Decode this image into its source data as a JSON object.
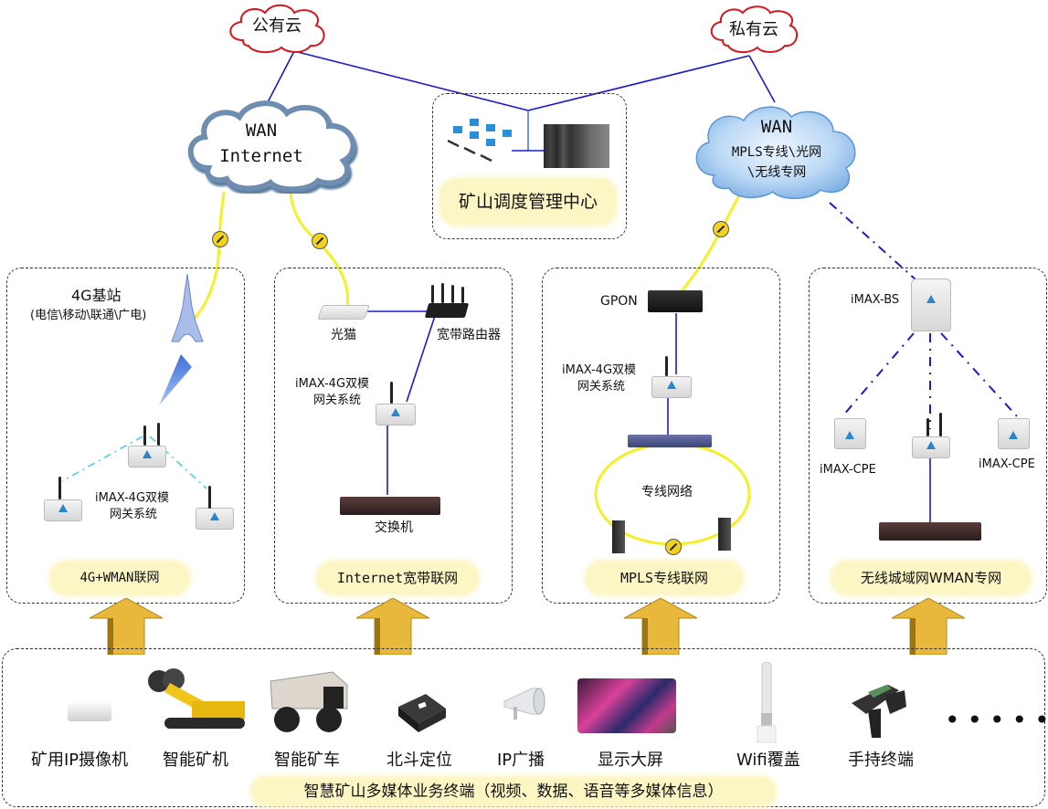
{
  "clouds": {
    "public_cloud": "公有云",
    "private_cloud": "私有云",
    "wan_internet": {
      "title": "WAN",
      "subtitle": "Internet"
    },
    "wan_mpls": {
      "title": "WAN",
      "line1": "MPLS专线\\光网",
      "line2": "\\无线专网"
    }
  },
  "control_center": {
    "label": "矿山调度管理中心"
  },
  "panels": [
    {
      "pill": "4G+WMAN联网",
      "tower_label": "4G基站",
      "tower_sub": "(电信\\移动\\联通\\广电)",
      "gateway_label_1": "iMAX-4G双模",
      "gateway_label_2": "网关系统"
    },
    {
      "pill": "Internet宽带联网",
      "modem_label": "光猫",
      "router_label": "宽带路由器",
      "gateway_label_1": "iMAX-4G双模",
      "gateway_label_2": "网关系统",
      "switch_label": "交换机"
    },
    {
      "pill": "MPLS专线联网",
      "gpon_label": "GPON",
      "gateway_label_1": "iMAX-4G双模",
      "gateway_label_2": "网关系统",
      "ring_label": "专线网络"
    },
    {
      "pill": "无线城域网WMAN专网",
      "bs_label": "iMAX-BS",
      "cpe_left_label": "iMAX-CPE",
      "cpe_right_label": "iMAX-CPE"
    }
  ],
  "terminals": {
    "items": [
      {
        "label": "矿用IP摄像机",
        "icon": "ip-camera-icon"
      },
      {
        "label": "智能矿机",
        "icon": "mining-machine-icon"
      },
      {
        "label": "智能矿车",
        "icon": "mining-truck-icon"
      },
      {
        "label": "北斗定位",
        "icon": "beidou-locator-icon"
      },
      {
        "label": "IP广播",
        "icon": "ip-speaker-icon"
      },
      {
        "label": "显示大屏",
        "icon": "display-screen-icon"
      },
      {
        "label": "Wifi覆盖",
        "icon": "wifi-antenna-icon"
      },
      {
        "label": "手持终端",
        "icon": "handheld-terminal-icon"
      }
    ],
    "ellipsis": "••••••",
    "footer": "智慧矿山多媒体业务终端（视频、数据、语音等多媒体信息）"
  },
  "colors": {
    "link_blue": "#1a1ad0",
    "fiber_yellow": "#f5ef2a",
    "pill_bg": "#fbf6c4",
    "cloud_red": "#d8151c",
    "arrow_gold": "#e8b83c"
  }
}
